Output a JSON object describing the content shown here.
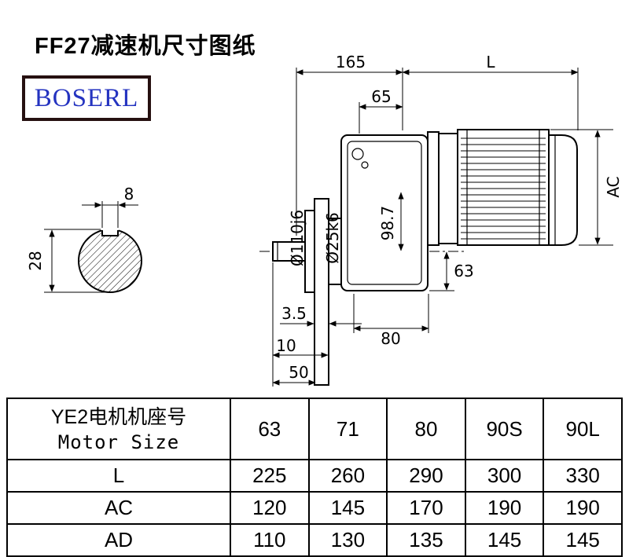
{
  "header": {
    "title": "FF27减速机尺寸图纸",
    "brand": "BOSERL"
  },
  "drawing": {
    "dims": {
      "flange_to_motor": "165",
      "motor_length": "L",
      "adapter_width": "65",
      "motor_height": "AC",
      "spigot_dia": "Ø110j6",
      "shaft_dia": "Ø25k6",
      "center_height": "98.7",
      "below_center": "63",
      "flange_thickness": "3.5",
      "housing_width": "80",
      "shaft_step": "10",
      "shaft_length": "50",
      "key_width": "8",
      "section_height": "28"
    }
  },
  "table": {
    "header": {
      "line1": "YE2电机机座号",
      "line2": "Motor Size"
    },
    "motor_sizes": [
      "63",
      "71",
      "80",
      "90S",
      "90L"
    ],
    "rows": [
      {
        "label": "L",
        "values": [
          "225",
          "260",
          "290",
          "300",
          "330"
        ]
      },
      {
        "label": "AC",
        "values": [
          "120",
          "145",
          "170",
          "190",
          "190"
        ]
      },
      {
        "label": "AD",
        "values": [
          "110",
          "130",
          "135",
          "145",
          "145"
        ]
      }
    ]
  }
}
